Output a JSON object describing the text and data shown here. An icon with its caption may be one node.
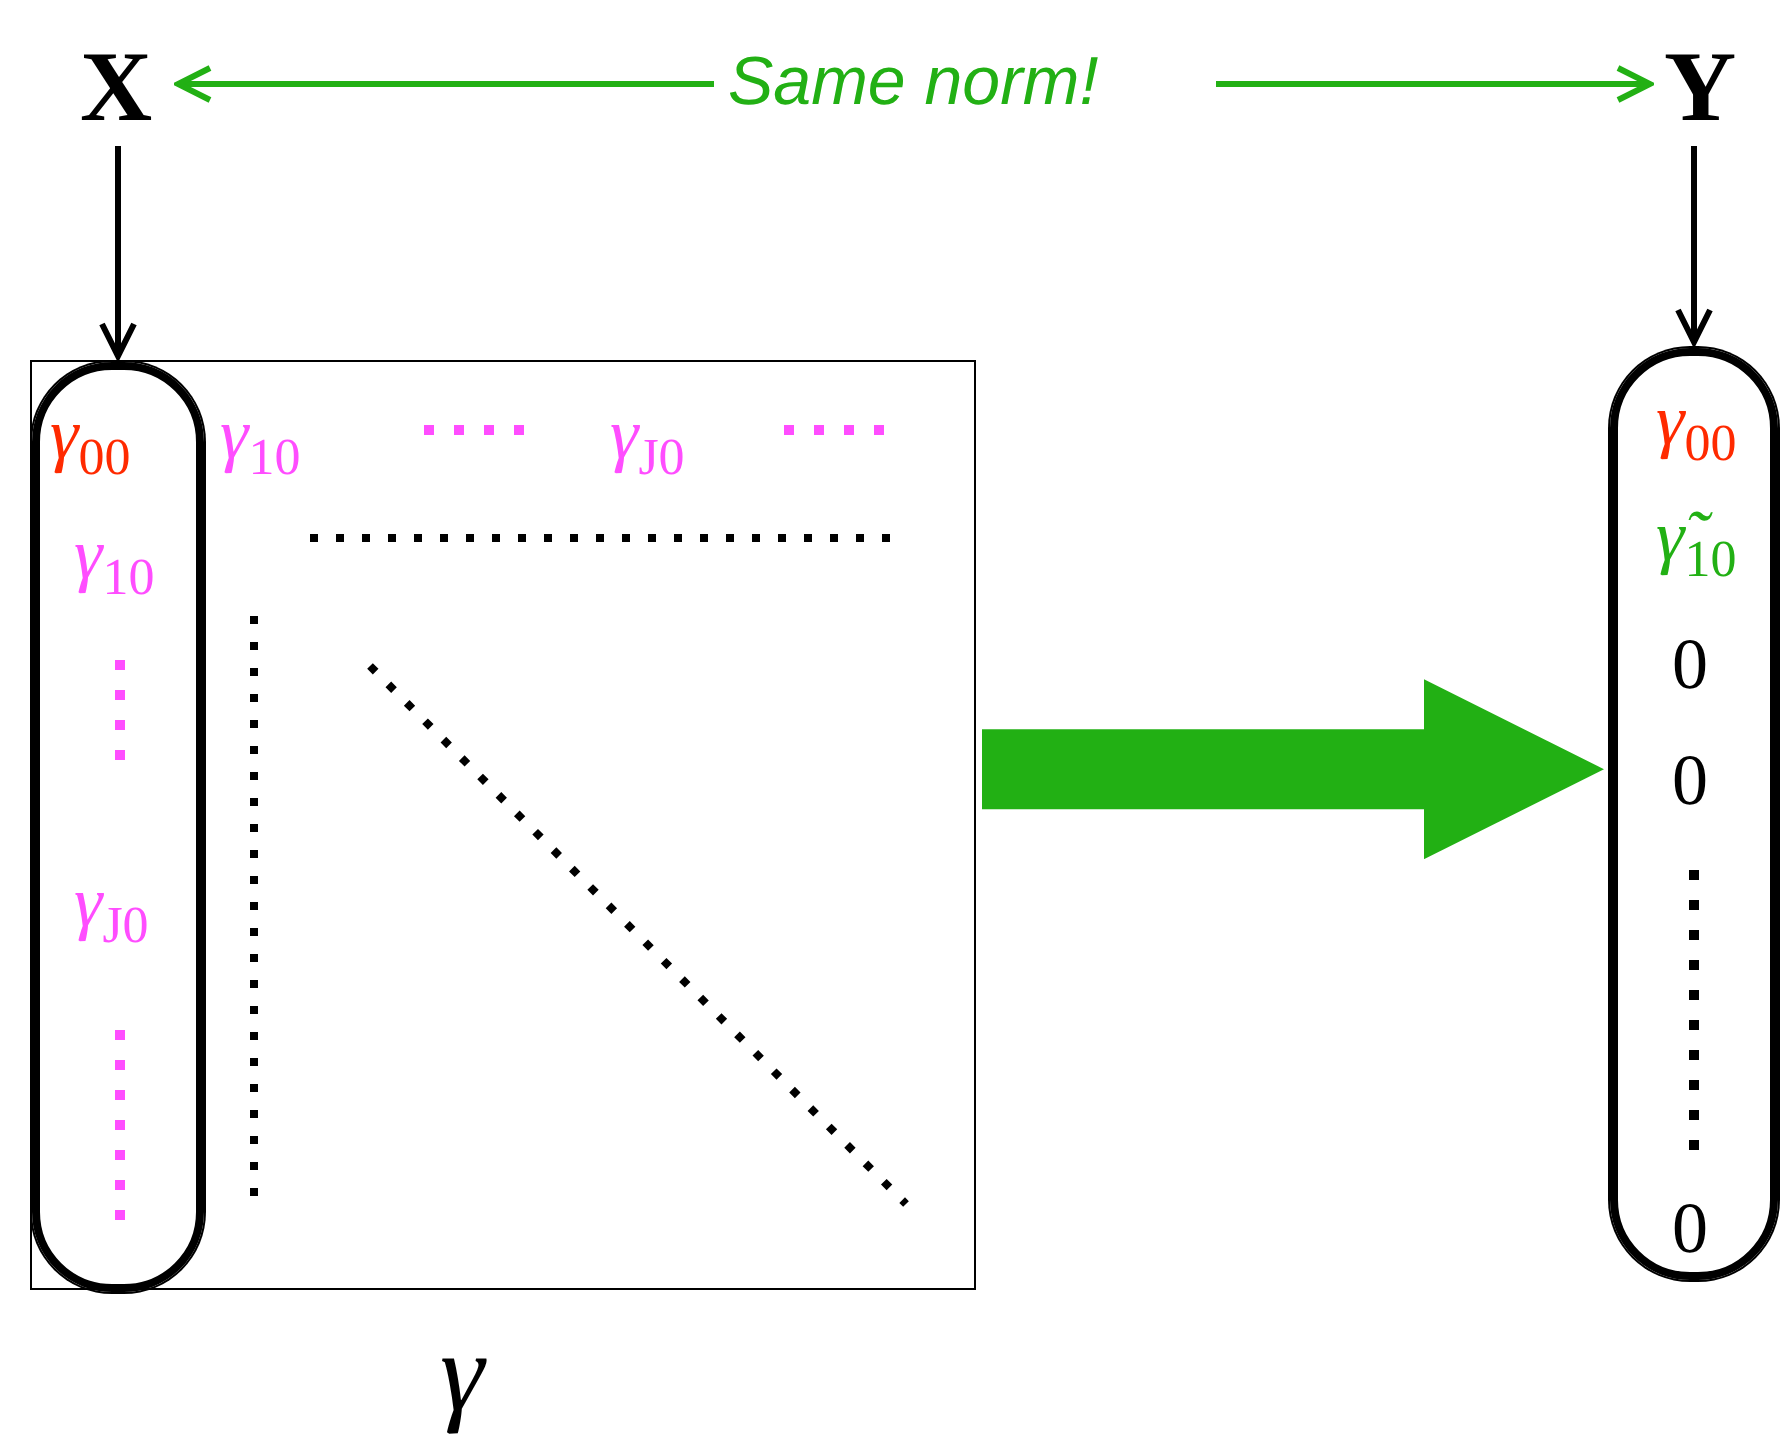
{
  "diagram": {
    "nodes": [
      {
        "text": [
          "X"
        ]
      },
      {
        "text": [
          "Same norm!"
        ]
      },
      {
        "text": [
          "Y"
        ]
      },
      {
        "text": [
          "γ$_{10}$",
          "γ$_{J0}$",
          "γ"
        ]
      },
      {
        "text": [
          "γ$_{00}$",
          "γ$_{10}$",
          "γ$_{J0}$"
        ],
        "in": 3
      },
      {
        "text": [
          "γ$_{00}$",
          "γ̃$_{10}$",
          "0",
          "0",
          "0"
        ]
      }
    ],
    "edges": [
      {
        "from": 1,
        "to": 0,
        "arrow": "to",
        "color": "#22b014"
      },
      {
        "from": 1,
        "to": 2,
        "arrow": "to",
        "color": "#22b014"
      },
      {
        "from": 0,
        "to": 4,
        "arrow": "to",
        "color": "#000000"
      },
      {
        "from": 2,
        "to": 5,
        "arrow": "to",
        "color": "#000000"
      },
      {
        "from": 3,
        "to": 5,
        "arrow": "to",
        "style": "thick",
        "color": "#22b014"
      }
    ]
  }
}
